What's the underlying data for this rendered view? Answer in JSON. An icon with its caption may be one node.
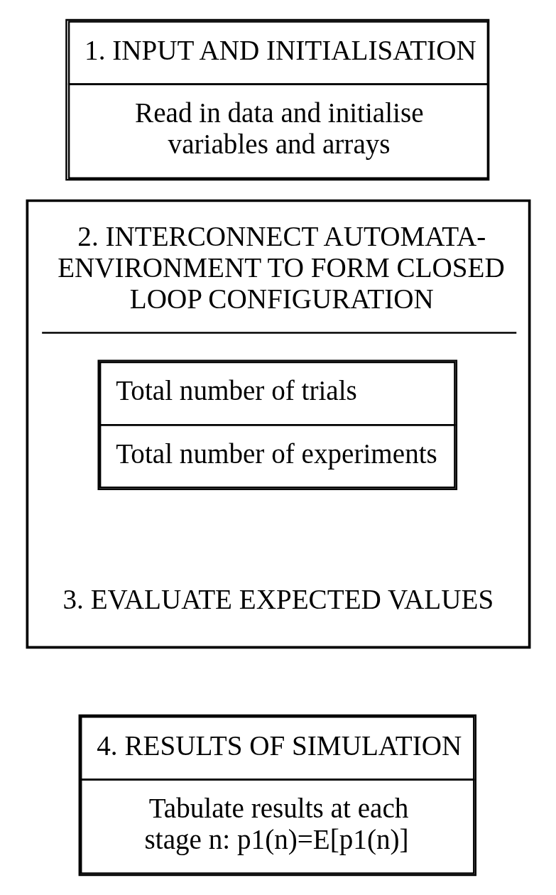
{
  "diagram": {
    "nodes": [
      {
        "text": [
          "1. INPUT AND INITIALISATION",
          "Read in data and initialise variables and arrays"
        ]
      },
      {
        "text": [
          "2. INTERCONNECT AUTOMATA-ENVIRONMENT TO FORM CLOSED LOOP CONFIGURATION",
          "3. EVALUATE EXPECTED VALUES"
        ]
      },
      {
        "text": [
          "Total number of trials",
          "Total number of experiments"
        ],
        "in": 1
      },
      {
        "text": [
          "4. RESULTS OF SIMULATION",
          "Tabulate results at each stage n: p1(n)=E[p1(n)]"
        ]
      }
    ]
  }
}
